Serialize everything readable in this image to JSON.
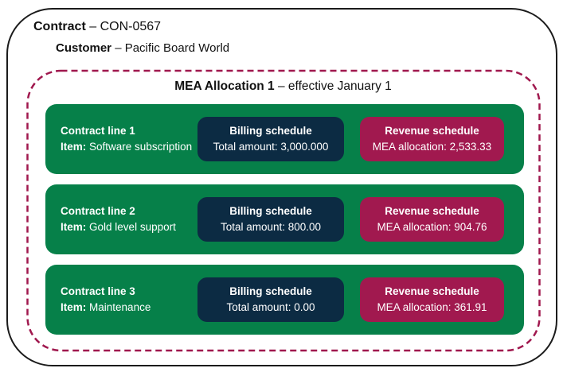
{
  "colors": {
    "green": "#068049",
    "navy": "#0C2B43",
    "crimson": "#A1194F",
    "dash": "#A0184E",
    "frame": "#1b1b1b"
  },
  "header": {
    "contract_label": "Contract",
    "contract_value": "– CON-0567",
    "customer_label": "Customer",
    "customer_value": "– Pacific Board World"
  },
  "mea": {
    "title_bold": "MEA Allocation 1",
    "title_rest": "– effective January 1"
  },
  "rows": [
    {
      "line_label": "Contract line 1",
      "item_label": "Item:",
      "item_value": "Software subscription",
      "billing_title": "Billing schedule",
      "billing_label": "Total amount:",
      "billing_amount": "3,000.000",
      "revenue_title": "Revenue schedule",
      "revenue_label": "MEA allocation:",
      "revenue_amount": "2,533.33"
    },
    {
      "line_label": "Contract line 2",
      "item_label": "Item:",
      "item_value": "Gold level support",
      "billing_title": "Billing schedule",
      "billing_label": "Total amount:",
      "billing_amount": "800.00",
      "revenue_title": "Revenue schedule",
      "revenue_label": "MEA allocation:",
      "revenue_amount": "904.76"
    },
    {
      "line_label": "Contract line 3",
      "item_label": "Item:",
      "item_value": "Maintenance",
      "billing_title": "Billing schedule",
      "billing_label": "Total amount:",
      "billing_amount": "0.00",
      "revenue_title": "Revenue schedule",
      "revenue_label": "MEA allocation:",
      "revenue_amount": "361.91"
    }
  ]
}
